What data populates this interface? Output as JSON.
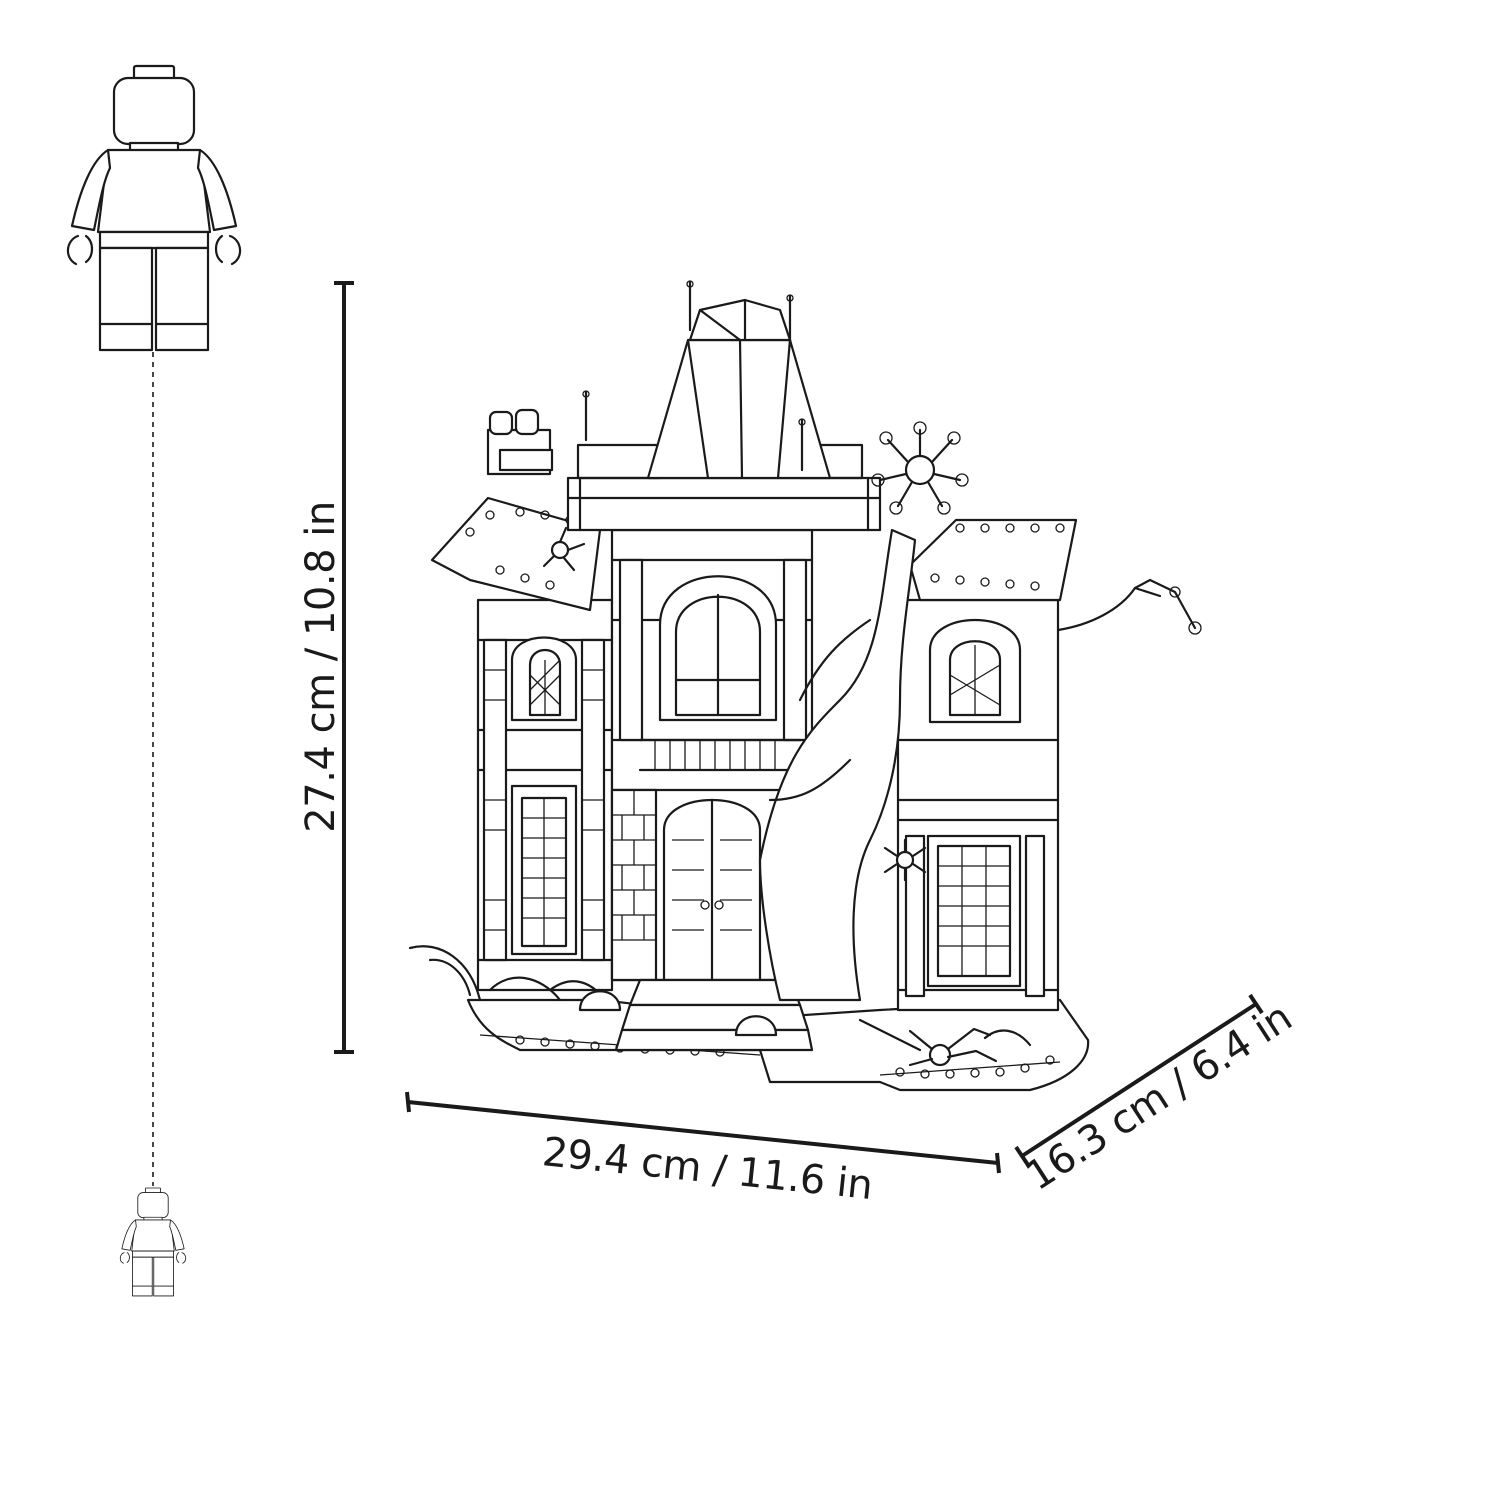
{
  "dimensions": {
    "height_label": "27.4 cm / 10.8 in",
    "width_label": "29.4 cm / 11.6 in",
    "depth_label": "16.3 cm / 6.4 in"
  },
  "figures": {
    "large_minifigure": "minifigure-outline",
    "small_minifigure": "minifigure-outline"
  },
  "colors": {
    "line": "#1a1a1a",
    "background": "#ffffff"
  }
}
